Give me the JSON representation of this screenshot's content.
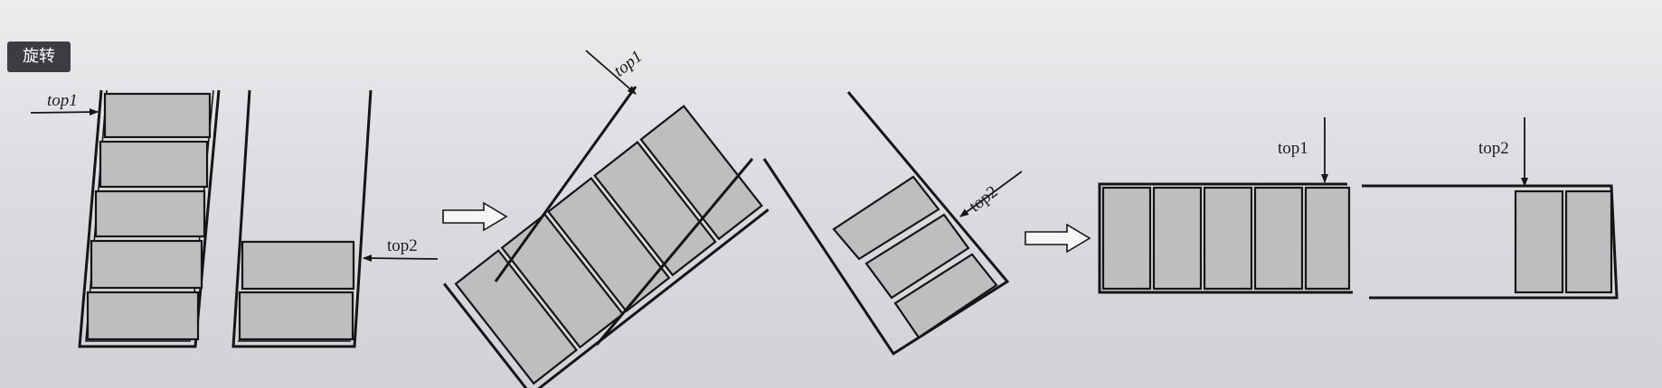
{
  "toolbar": {
    "rotate_label": "旋转"
  },
  "diagram": {
    "stage1": {
      "top1_label": "top1",
      "top2_label": "top2"
    },
    "stage2": {
      "top1_label": "top1",
      "top2_label": "top2"
    },
    "stage3": {
      "top1_label": "top1",
      "top2_label": "top2"
    }
  }
}
